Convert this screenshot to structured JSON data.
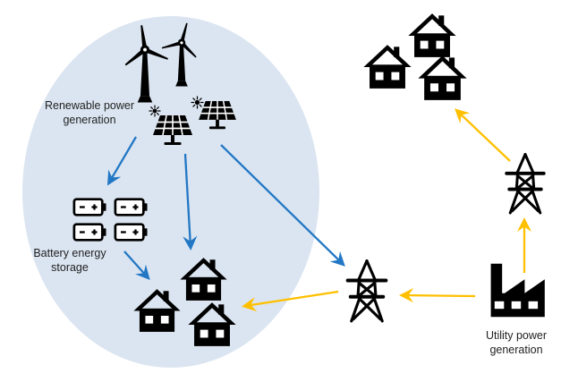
{
  "labels": {
    "renewable_zone": {
      "line1": "Renewable power",
      "line2": "generation"
    },
    "battery": {
      "line1": "Battery energy",
      "line2": "storage"
    },
    "utility": {
      "line1": "Utility power",
      "line2": "generation"
    }
  },
  "colors": {
    "renewable_zone_fill": "#dbe5f1",
    "renewable_flow_arrow": "#2277c4",
    "utility_flow_arrow": "#ffc000",
    "icon_color": "#000000",
    "label_text": "#1f1f1f",
    "background": "#ffffff"
  },
  "icons": [
    {
      "name": "wind-turbine-icon",
      "count": 2
    },
    {
      "name": "sun-icon",
      "count": 2
    },
    {
      "name": "solar-panel-icon",
      "count": 2
    },
    {
      "name": "battery-icon",
      "count": 4
    },
    {
      "name": "house-icon",
      "count": 6
    },
    {
      "name": "transmission-tower-icon",
      "count": 2
    },
    {
      "name": "factory-icon",
      "count": 1
    }
  ],
  "edges": [
    {
      "from": "renewable-generation",
      "to": "battery-storage",
      "color": "blue"
    },
    {
      "from": "renewable-generation",
      "to": "local-houses",
      "color": "blue"
    },
    {
      "from": "renewable-generation",
      "to": "mid-transmission-tower",
      "color": "blue"
    },
    {
      "from": "battery-storage",
      "to": "local-houses",
      "color": "blue"
    },
    {
      "from": "mid-transmission-tower",
      "to": "local-houses",
      "color": "yellow"
    },
    {
      "from": "utility-generation",
      "to": "mid-transmission-tower",
      "color": "yellow"
    },
    {
      "from": "utility-generation",
      "to": "right-transmission-tower",
      "color": "yellow"
    },
    {
      "from": "right-transmission-tower",
      "to": "utility-houses",
      "color": "yellow"
    }
  ]
}
